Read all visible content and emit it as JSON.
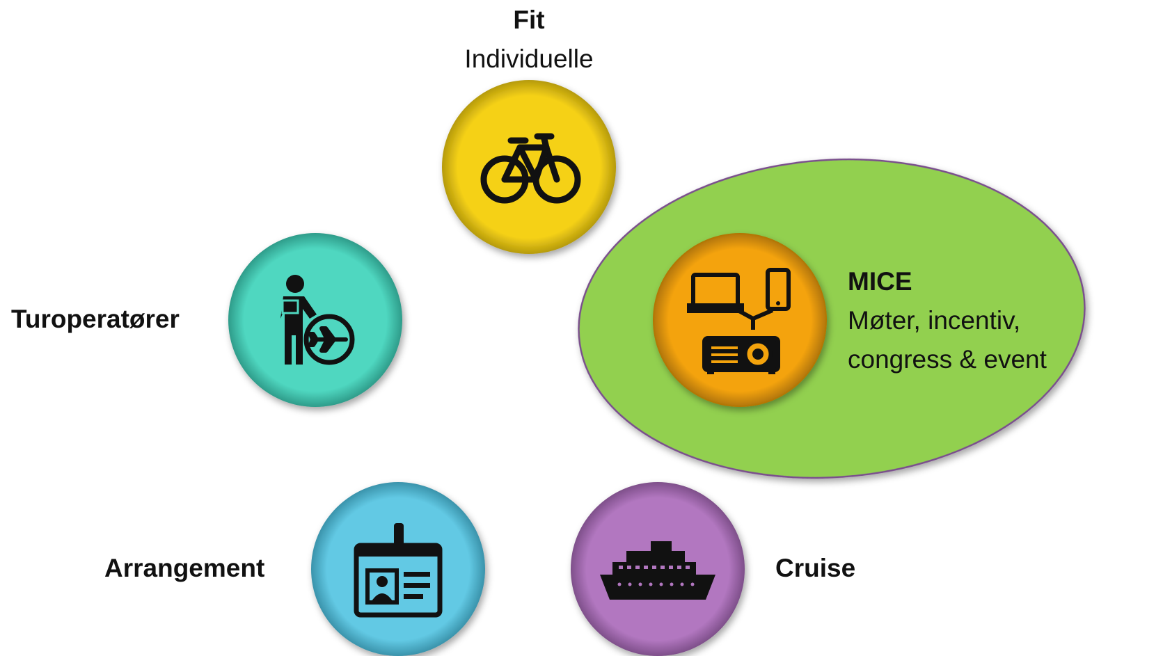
{
  "nodes": {
    "fit": {
      "title": "Fit",
      "subtitle": "Individuelle",
      "color": "#f5d118",
      "icon": "bicycle-icon"
    },
    "turoperatorer": {
      "title": "Turoperatører",
      "color": "#4fd7c0",
      "icon": "traveler-with-plane-icon"
    },
    "mice": {
      "title": "MICE",
      "desc_line1": "Møter, incentiv,",
      "desc_line2": "congress & event",
      "color": "#f4a30c",
      "highlight_color": "#92d050",
      "icon": "presentation-devices-icon"
    },
    "arrangement": {
      "title": "Arrangement",
      "color": "#62c9e4",
      "icon": "id-badge-icon"
    },
    "cruise": {
      "title": "Cruise",
      "color": "#b277c0",
      "icon": "cruise-ship-icon"
    }
  }
}
